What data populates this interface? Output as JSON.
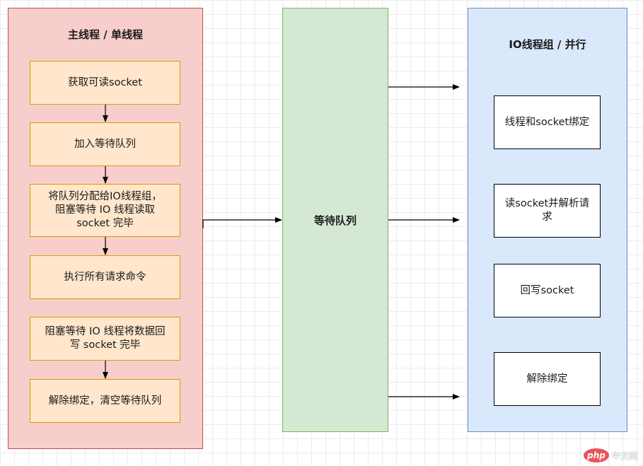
{
  "main": {
    "title": "主线程 / 单线程",
    "steps": [
      "获取可读socket",
      "加入等待队列",
      "将队列分配给IO线程组，\n阻塞等待 IO 线程读取\nsocket 完毕",
      "执行所有请求命令",
      "阻塞等待 IO 线程将数据回\n写 socket 完毕",
      "解除绑定，清空等待队列"
    ]
  },
  "queue": {
    "title": "等待队列"
  },
  "io": {
    "title": "IO线程组 / 并行",
    "boxes": [
      "线程和socket绑定",
      "读socket并解析请\n求",
      "回写socket",
      "解除绑定"
    ]
  },
  "watermark": {
    "logo": "php",
    "text": "中文网"
  },
  "colors": {
    "main_fill": "#f8cecc",
    "main_stroke": "#b85450",
    "step_fill": "#ffe6cc",
    "step_stroke": "#d79b00",
    "queue_fill": "#d5e8d4",
    "queue_stroke": "#82b366",
    "io_fill": "#dae8fc",
    "io_stroke": "#6c8ebf"
  }
}
